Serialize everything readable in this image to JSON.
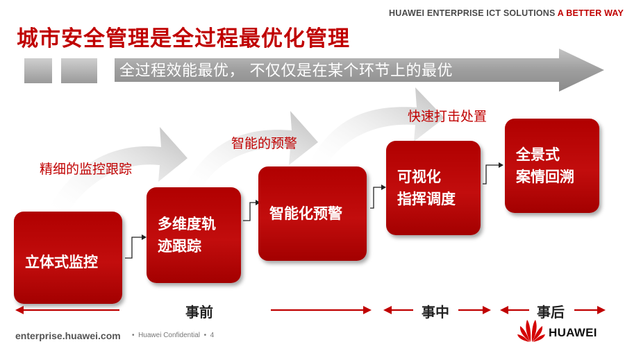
{
  "header": {
    "brand_main": "HUAWEI ENTERPRISE ICT SOLUTIONS",
    "brand_accent": "A BETTER WAY"
  },
  "title": "城市安全管理是全过程最优化管理",
  "banner": {
    "text": "全过程效能最优，  不仅仅是在某个环节上的最优"
  },
  "flow_labels": [
    "精细的监控跟踪",
    "智能的预警",
    "快速打击处置"
  ],
  "steps": [
    {
      "lines": [
        "立体式监控"
      ]
    },
    {
      "lines": [
        "多维度轨",
        "迹跟踪"
      ]
    },
    {
      "lines": [
        "智能化预警"
      ]
    },
    {
      "lines": [
        "可视化",
        "指挥调度"
      ]
    },
    {
      "lines": [
        "全景式",
        "案情回溯"
      ]
    }
  ],
  "phases": {
    "before": "事前",
    "during": "事中",
    "after": "事后"
  },
  "footer": {
    "site": "enterprise.huawei.com",
    "confidential": "Huawei Confidential",
    "page": "4",
    "logo_text": "HUAWEI"
  },
  "colors": {
    "accent": "#c00000",
    "gray": "#9a9a9a"
  }
}
